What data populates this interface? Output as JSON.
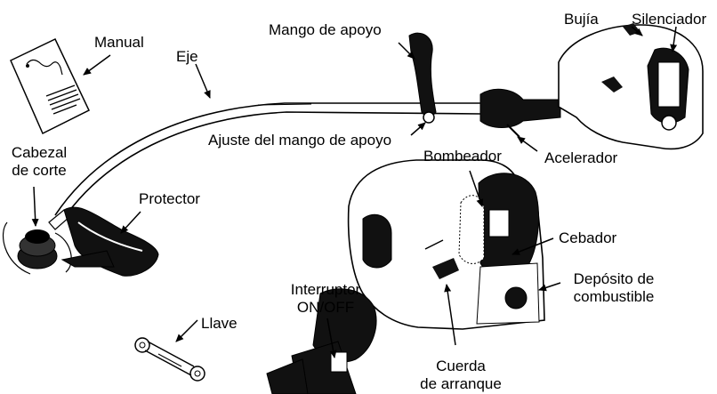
{
  "diagram": {
    "labels": {
      "manual": "Manual",
      "eje": "Eje",
      "mango_apoyo": "Mango de apoyo",
      "bujia": "Bujía",
      "silenciador": "Silenciador",
      "cabezal_l1": "Cabezal",
      "cabezal_l2": "de corte",
      "ajuste_mango": "Ajuste del mango de apoyo",
      "acelerador": "Acelerador",
      "bombeador": "Bombeador",
      "protector": "Protector",
      "cebador": "Cebador",
      "deposito_l1": "Depósito de",
      "deposito_l2": "combustible",
      "interruptor_l1": "Interruptor",
      "interruptor_l2": "ON/OFF",
      "llave": "Llave",
      "cuerda_l1": "Cuerda",
      "cuerda_l2": "de arranque"
    },
    "colors": {
      "ink": "#000000",
      "paper": "#ffffff",
      "shade": "#1a1a1a"
    }
  }
}
